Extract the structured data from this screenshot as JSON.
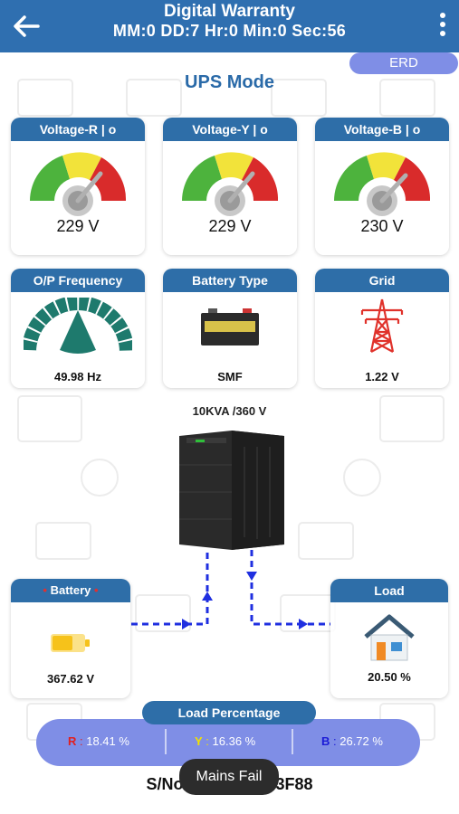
{
  "header": {
    "title": "Digital Warranty",
    "subtitle": "MM:0 DD:7 Hr:0 Min:0 Sec:56"
  },
  "erd_label": "ERD",
  "mode_title": "UPS Mode",
  "voltage_cards": [
    {
      "label": "Voltage-R | o",
      "value": "229 V"
    },
    {
      "label": "Voltage-Y | o",
      "value": "229 V"
    },
    {
      "label": "Voltage-B | o",
      "value": "230 V"
    }
  ],
  "frequency": {
    "label": "O/P Frequency",
    "value": "49.98 Hz"
  },
  "battery_type": {
    "label": "Battery Type",
    "value": "SMF"
  },
  "grid": {
    "label": "Grid",
    "value": "1.22 V"
  },
  "ups_capacity": "10KVA /360 V",
  "battery": {
    "label": "Battery",
    "value": "367.62 V"
  },
  "load": {
    "label": "Load",
    "value": "20.50 %"
  },
  "load_percentage": {
    "title": "Load Percentage",
    "phases": [
      {
        "key": "R",
        "value": "18.41 %",
        "color": "#e02020"
      },
      {
        "key": "Y",
        "value": "16.36 %",
        "color": "#f2e100"
      },
      {
        "key": "B",
        "value": "26.72 %",
        "color": "#1b1bd6"
      }
    ]
  },
  "serial": "S/No. 8CAAB5853F88",
  "toast": "Mains Fail",
  "colors": {
    "header": "#2f6fb0",
    "card_head": "#2e6ea8",
    "pill": "#7f8ee6",
    "flow": "#1f2fe0"
  },
  "icons": [
    "back-arrow-icon",
    "kebab-menu-icon",
    "gauge-icon",
    "frequency-gauge-icon",
    "battery-icon",
    "transmission-tower-icon",
    "ups-cabinet-icon",
    "charging-battery-icon",
    "house-icon"
  ]
}
